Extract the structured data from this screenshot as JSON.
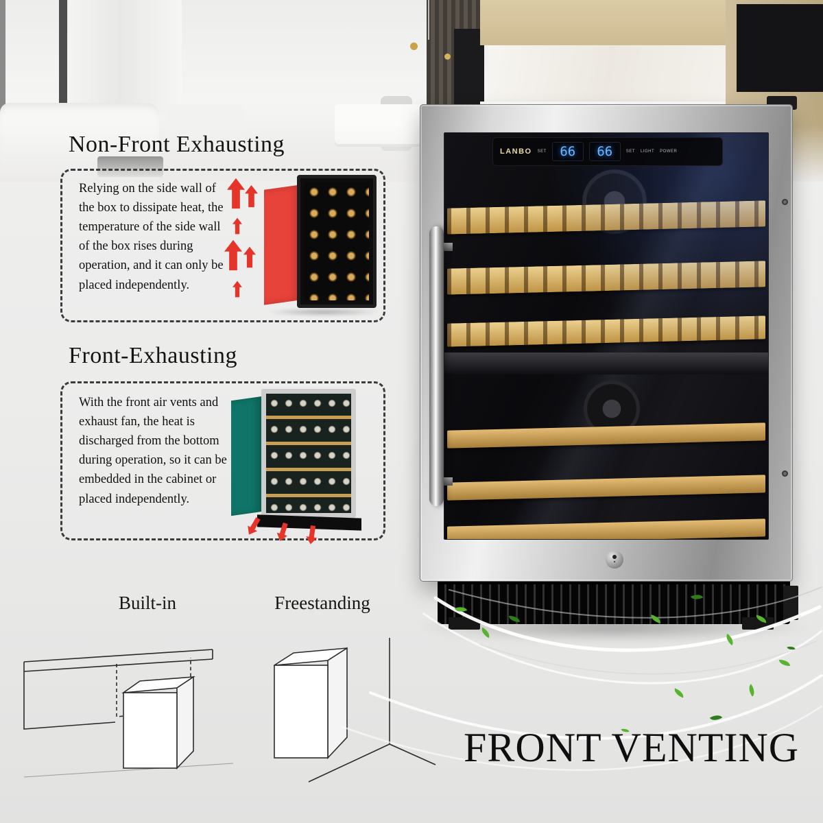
{
  "sections": {
    "non_front": {
      "title": "Non-Front Exhausting",
      "body": "Relying on the side wall of the box to dissipate heat, the temperature of the side wall of the box rises during operation, and it can only be placed independently."
    },
    "front": {
      "title": "Front-Exhausting",
      "body": "With the front air vents and exhaust fan, the heat is discharged from the bottom during operation, so it can be embedded in the cabinet or placed independently."
    }
  },
  "placement": {
    "built_in": "Built-in",
    "freestanding": "Freestanding"
  },
  "footer": {
    "headline": "FRONT VENTING"
  },
  "cooler": {
    "brand": "LANBO",
    "display_left": "66",
    "display_right": "66",
    "panel_labels": {
      "left": "SET",
      "right1": "SET",
      "right2": "LIGHT",
      "right3": "POWER"
    }
  },
  "colors": {
    "accent_red": "#e5342a",
    "leaf_green": "#58b32e",
    "teal_side": "#0f7568",
    "red_side": "#e8433a",
    "display_blue": "#6db5ff"
  }
}
